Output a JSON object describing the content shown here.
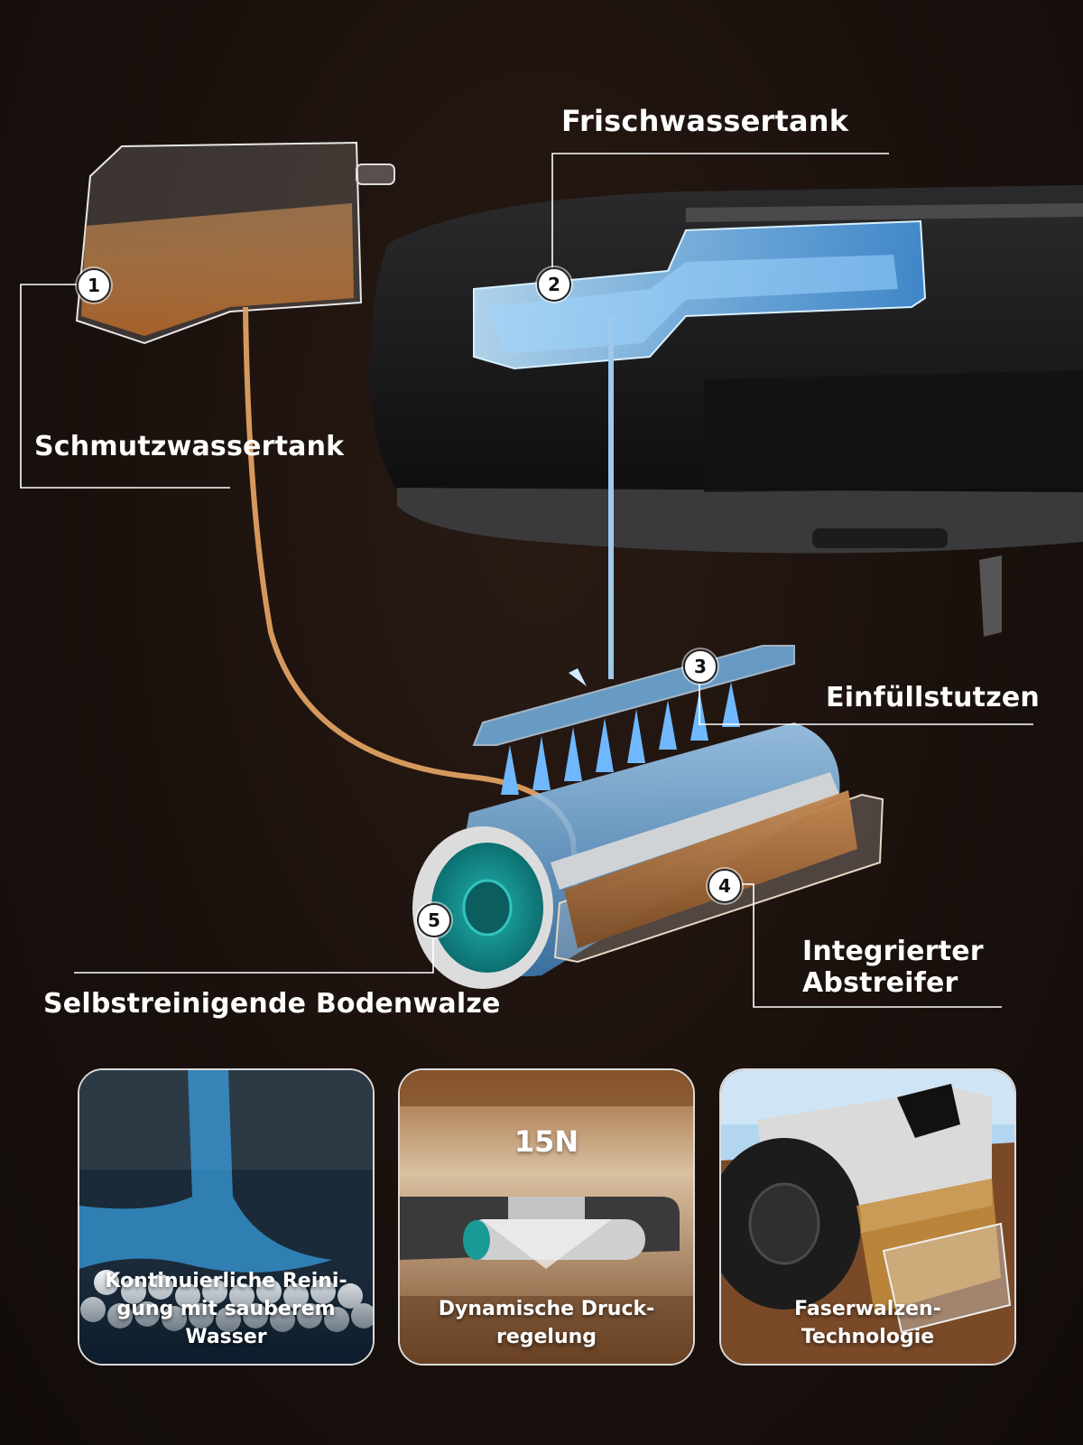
{
  "labels": {
    "fresh_tank": "Frischwassertank",
    "dirty_tank": "Schmutzwassertank",
    "filler": "Einfüllstutzen",
    "scraper": "Integrierter\nAbstreifer",
    "roller": "Selbstreinigende Bodenwalze"
  },
  "markers": [
    "1",
    "2",
    "3",
    "4",
    "5"
  ],
  "cards": [
    {
      "caption": "Kontinuierliche Reini-\ngung mit sauberem\nWasser",
      "icon": "water-balls-image"
    },
    {
      "caption": "Dynamische Druck-\nregelung",
      "badge": "15N",
      "icon": "pressure-arrow-image"
    },
    {
      "caption": "Faserwalzen-\nTechnologie",
      "icon": "fiber-roller-image"
    }
  ],
  "colors": {
    "background": "#1a110d",
    "dirty_water": "#c87a3c",
    "fresh_water": "#6ec3ff",
    "roller_hub": "#0f8a8a"
  }
}
